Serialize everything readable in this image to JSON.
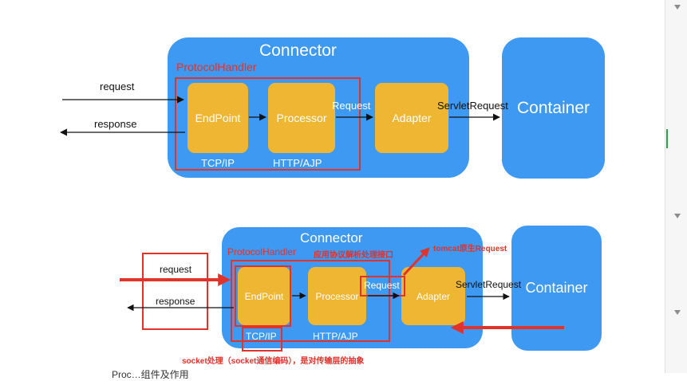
{
  "top": {
    "connector": "Connector",
    "protocol_handler": "ProtocolHandler",
    "endpoint": "EndPoint",
    "processor": "Processor",
    "adapter": "Adapter",
    "container": "Container",
    "request": "request",
    "response": "response",
    "request_inner": "Request",
    "servlet_request": "ServletRequest",
    "tcp": "TCP/IP",
    "http": "HTTP/AJP"
  },
  "bottom": {
    "connector": "Connector",
    "protocol_handler": "ProtocolHandler",
    "protocol_note": "应用协议解析处理接口",
    "tomcat_note": "tomcat原生Request",
    "endpoint": "EndPoint",
    "processor": "Processor",
    "adapter": "Adapter",
    "container": "Container",
    "request": "request",
    "response": "response",
    "request_inner": "Request",
    "servlet_request": "ServletRequest",
    "tcp": "TCP/IP",
    "http": "HTTP/AJP",
    "socket_note": "socket处理（socket通信编码），是对传输层的抽象"
  },
  "footer_partial": "Proc…组件及作用",
  "colors": {
    "connector_blue": "#3e99f2",
    "box_orange": "#efb634",
    "annotation_red": "#e2322c"
  }
}
